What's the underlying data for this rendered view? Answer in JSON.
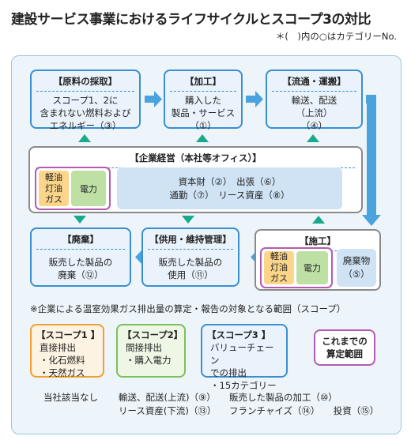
{
  "title": "建設サービス事業におけるライフサイクルとスコープ3の対比",
  "note": "＊(　)内の○はカテゴリーNo.",
  "raw": {
    "header": "【原料の採取】",
    "lines": [
      "スコープ1、2に",
      "含まれない燃料および",
      "エネルギー（③）"
    ]
  },
  "process": {
    "header": "【加工】",
    "lines": [
      "購入した",
      "製品・サービス",
      "（①）"
    ]
  },
  "logistics": {
    "header": "【流通・運搬】",
    "lines": [
      "輸送、配送",
      "（上流）",
      "（④）"
    ]
  },
  "corporate": {
    "header": "【企業経営（本社等オフィス）】",
    "fuel": [
      "軽油",
      "灯油",
      "ガス"
    ],
    "electricity": "電力",
    "items": [
      "資本財（②）　出張（⑥）",
      "通勤（⑦）　リース資産（⑧）"
    ]
  },
  "disposal": {
    "header": "【廃棄】",
    "lines": [
      "販売した製品の",
      "廃棄（⑫）"
    ]
  },
  "use": {
    "header": "【供用・維持管理】",
    "lines": [
      "販売した製品の",
      "使用（⑪）"
    ]
  },
  "construction": {
    "header": "【施工】",
    "fuel": [
      "軽油",
      "灯油",
      "ガス"
    ],
    "electricity": "電力",
    "waste": [
      "廃棄物",
      "（⑤）"
    ]
  },
  "scope_note": "※企業による温室効果ガス排出量の算定・報告の対象となる範囲（スコープ）",
  "scope1": {
    "header": "【スコープ1 】",
    "lines": [
      "直接排出",
      "・化石燃料",
      "・天然ガス"
    ]
  },
  "scope2": {
    "header": "【スコープ2】",
    "lines": [
      "間接排出",
      "・購入電力"
    ]
  },
  "scope3": {
    "header": "【スコープ3 】",
    "lines": [
      "バリューチェーン",
      "での排出",
      "・15カテゴリー"
    ]
  },
  "legend": {
    "lines": [
      "これまでの",
      "算定範囲"
    ]
  },
  "bottom": {
    "col1": [
      "当社該当なし"
    ],
    "col2": [
      "輸送、配送(上流)（⑨）",
      "リース資産(下流)（⑬）"
    ],
    "col3": [
      "販売した製品の加工（⑩）",
      "フランチャイズ（⑭）　　投資（⑮）"
    ]
  },
  "colors": {
    "blue_border": "#3a8fd0",
    "arrow_blue": "#4aa3df",
    "green_triangle": "#1aa98a",
    "fuel_fill": "#fbd58a",
    "electricity_fill": "#bfe0a5",
    "scope1_border": "#f0a030",
    "scope2_border": "#7cc05a",
    "scope3_border": "#3a8fd0",
    "legend_border": "#b45ab0"
  }
}
